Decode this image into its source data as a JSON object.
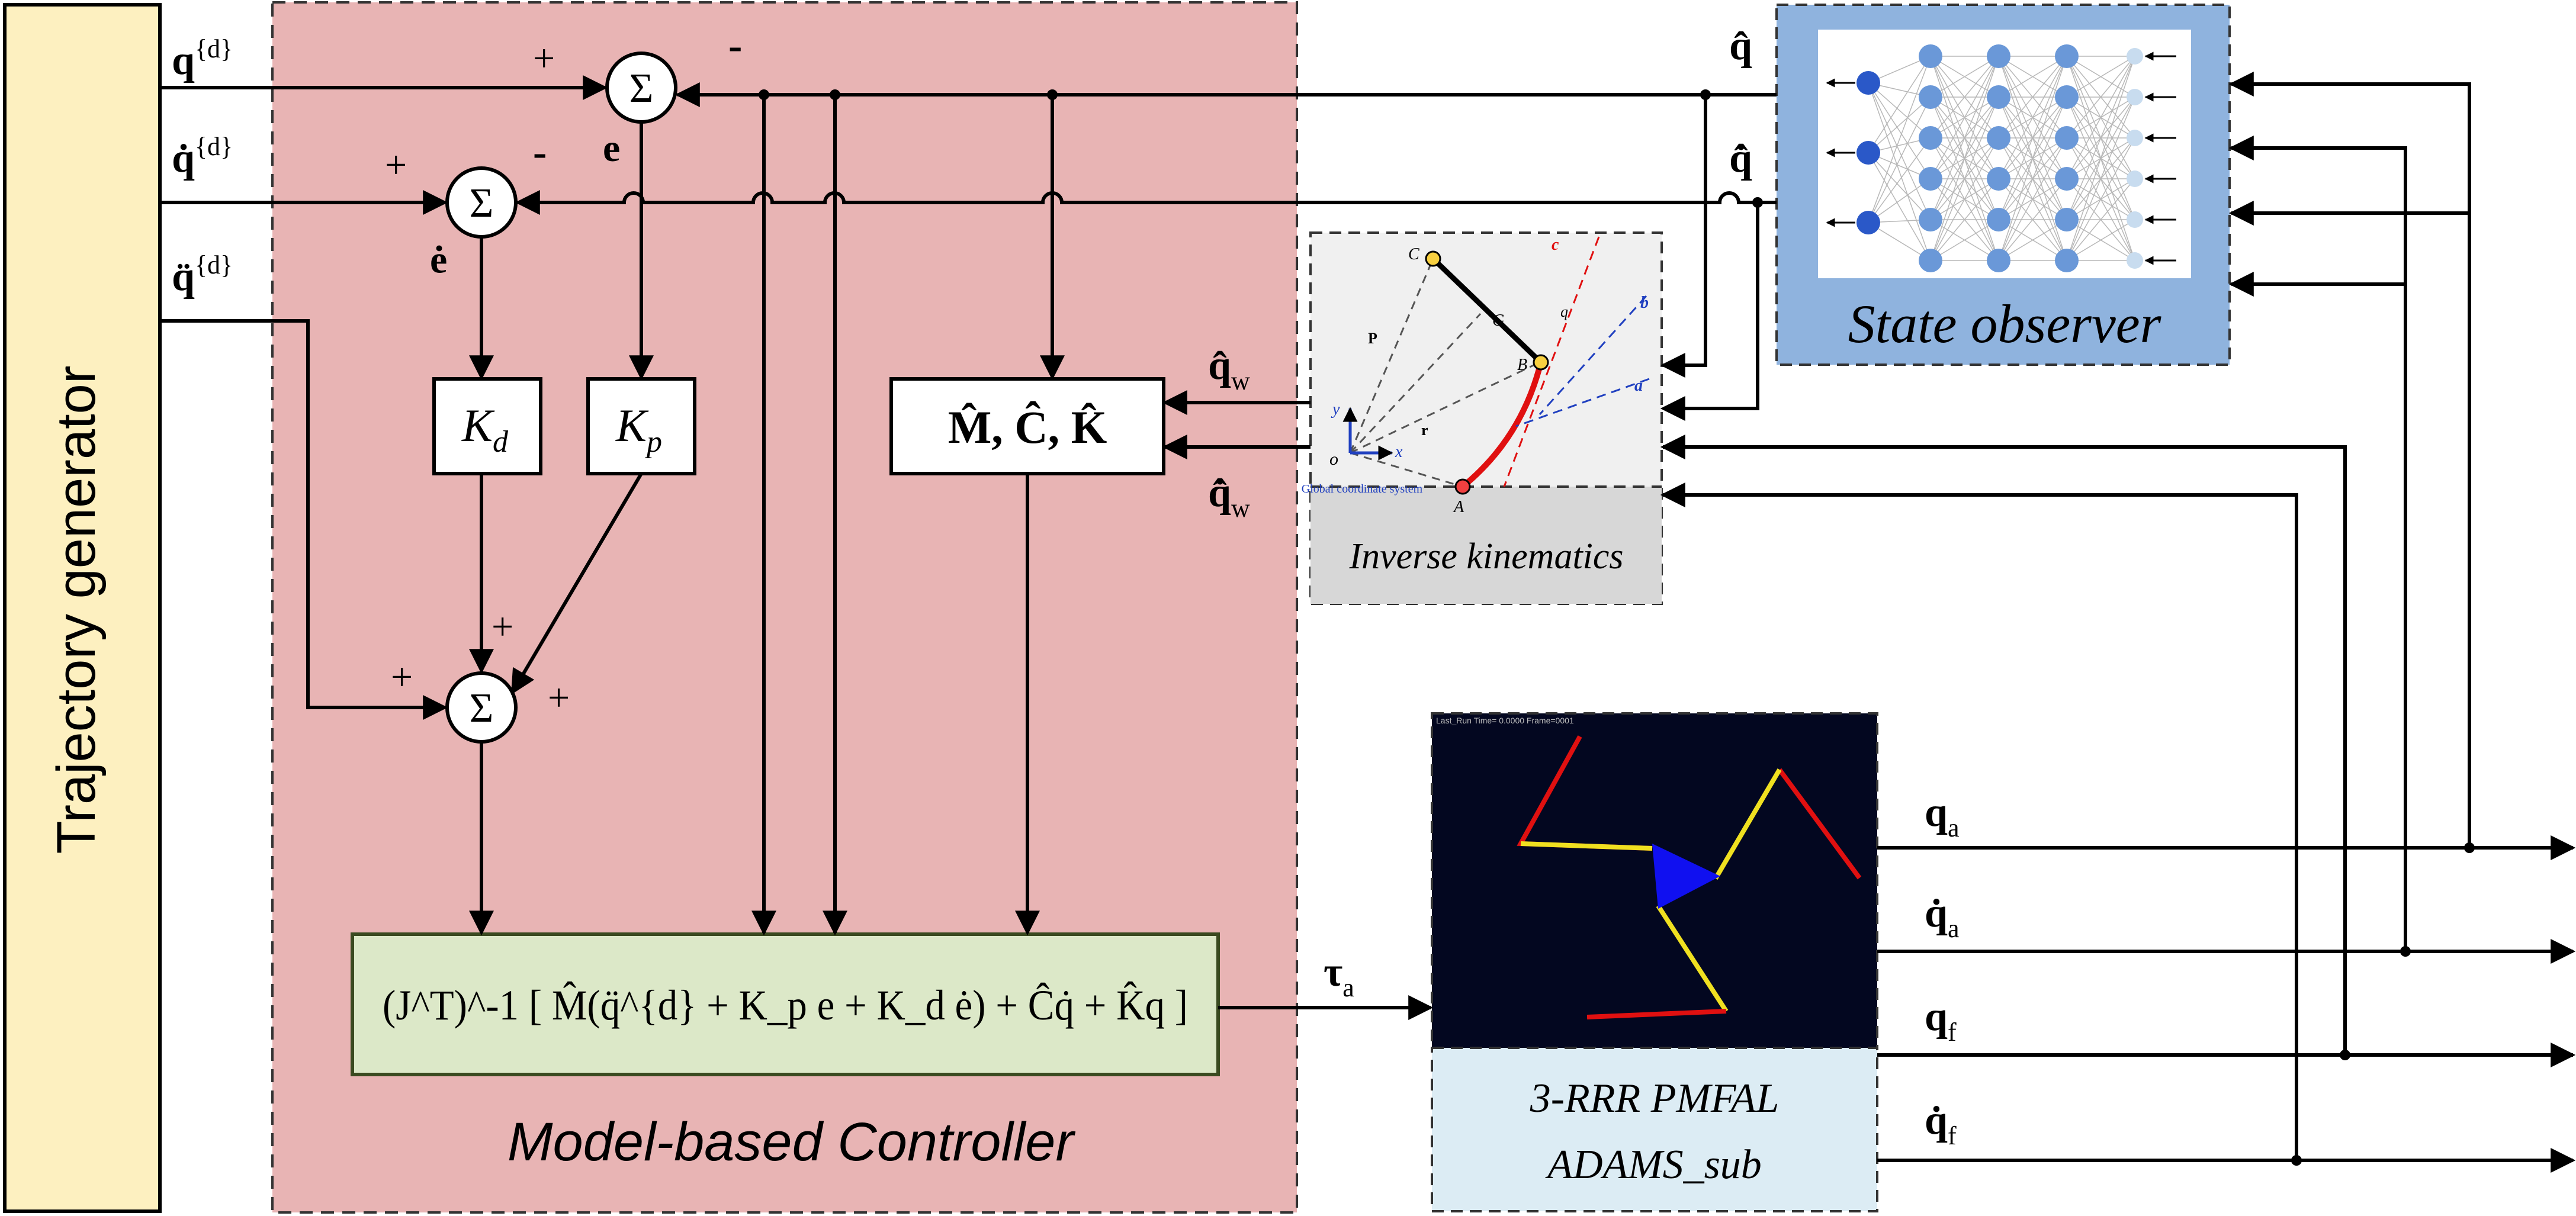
{
  "trajectory_generator": {
    "label": "Trajectory generator"
  },
  "controller": {
    "title": "Model-based Controller",
    "kd": "K",
    "kd_sub": "d",
    "kp": "K",
    "kp_sub": "p",
    "dynamics_block": "M̂,  Ĉ,  K̂",
    "torque_law": "(J^T)^-1 [ M̂(q̈^{d} + K_p e + K_d ė) + Ĉq̇ + K̂q ]"
  },
  "signals": {
    "qd": "q",
    "qd_sup": "{d}",
    "qdot_d": "q̇",
    "qdot_d_sup": "{d}",
    "qddot_d": "q̈",
    "qddot_d_sup": "{d}",
    "e": "e",
    "e_dot": "ė",
    "q_hat": "q̂",
    "q_hat_dot": "q̂̇",
    "qw": "q̂",
    "qw_sub": "w",
    "qw_dot": "q̂̇",
    "qw_dot_sub": "w",
    "tau": "τ",
    "tau_sub": "a",
    "qa": "q",
    "qa_sub": "a",
    "qa_dot": "q̇",
    "qa_dot_sub": "a",
    "qf": "q",
    "qf_sub": "f",
    "qf_dot": "q̇",
    "qf_dot_sub": "f"
  },
  "signs": {
    "plus": "+",
    "minus": "-"
  },
  "sum_symbol": "Σ",
  "state_observer": {
    "label": "State observer"
  },
  "inverse_kinematics": {
    "label": "Inverse kinematics",
    "labels": [
      "C",
      "G",
      "B",
      "A",
      "c",
      "b",
      "a",
      "o",
      "x",
      "y",
      "P",
      "r",
      "q"
    ],
    "annotation": "Global coordinate system"
  },
  "plant": {
    "line1": "3-RRR PMFAL",
    "line2": "ADAMS_sub",
    "sim_header": "Last_Run   Time= 0.0000  Frame=0001"
  },
  "colors": {
    "controller_bg": "#e8b4b4",
    "trajectory_bg": "#fdf0c0",
    "torque_bg": "#dce8c8",
    "observer_bg": "#8fb3de",
    "plant_caption_bg": "#dcecf4",
    "ik_bg": "#f0f0f0"
  }
}
